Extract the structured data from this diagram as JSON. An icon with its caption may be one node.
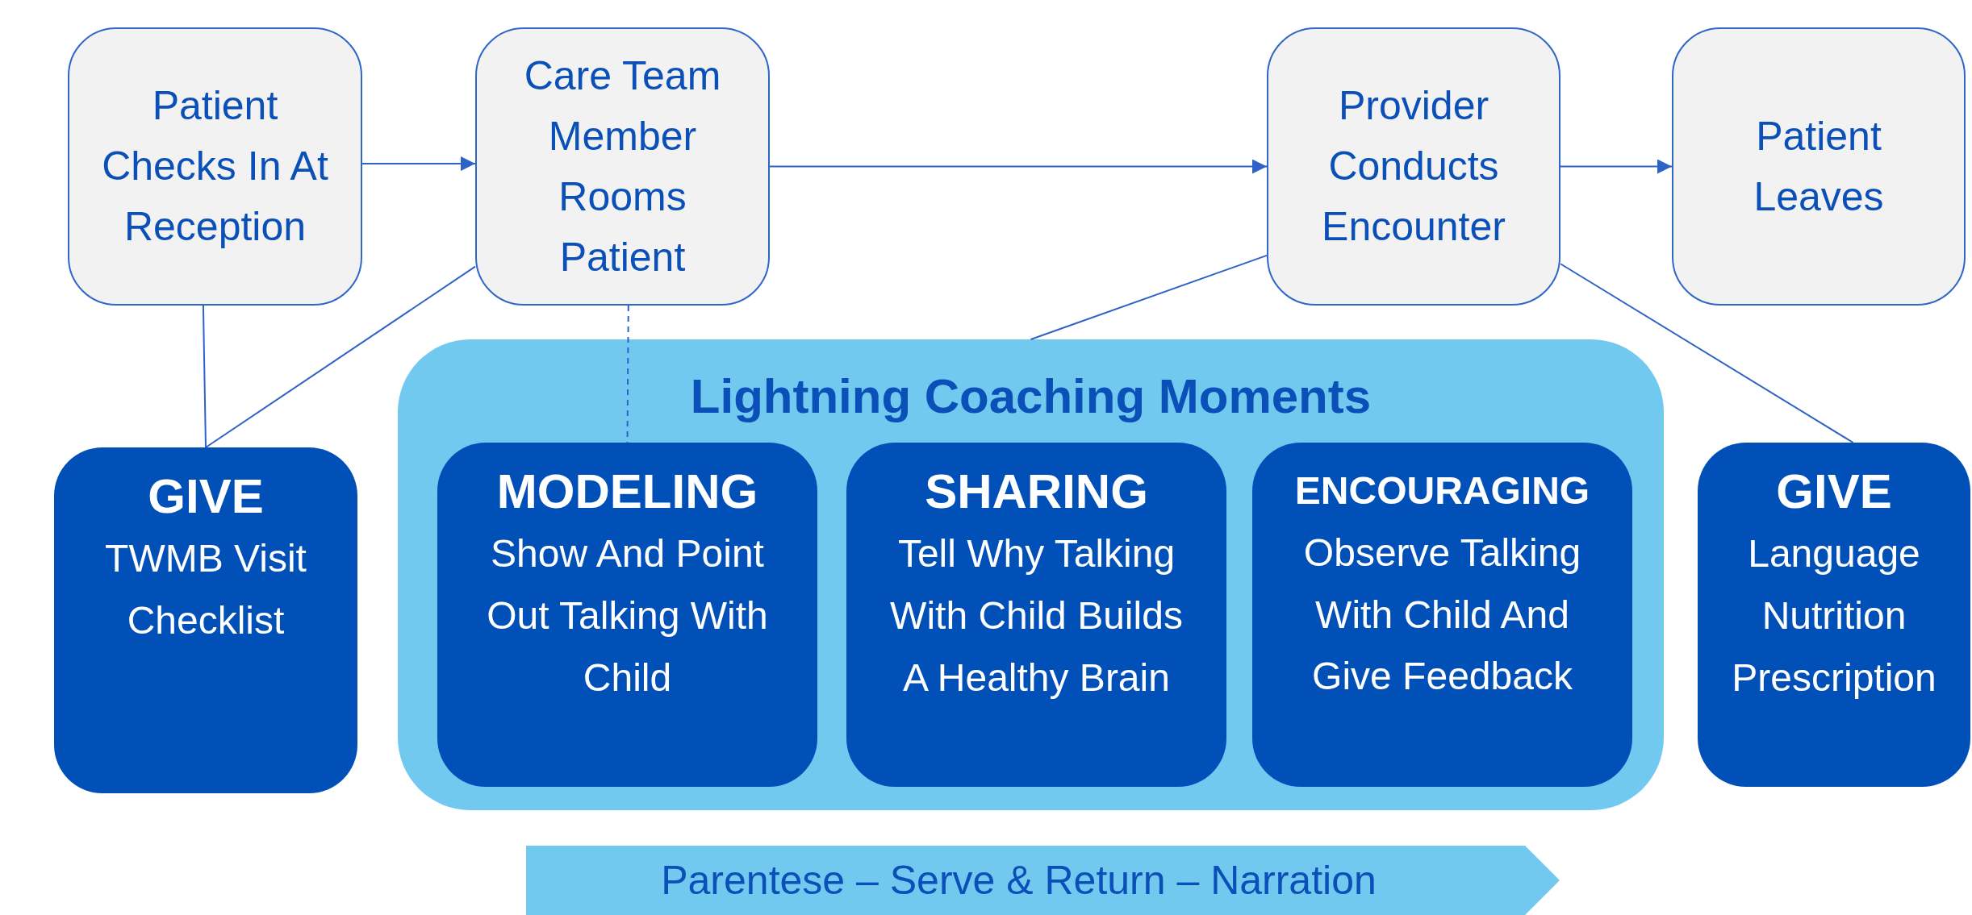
{
  "diagram": {
    "nodes": [
      {
        "text": [
          "Patient Checks In At Reception"
        ]
      },
      {
        "text": [
          "Care Team Member Rooms Patient"
        ]
      },
      {
        "text": [
          "Provider Conducts Encounter"
        ]
      },
      {
        "text": [
          "Patient Leaves"
        ]
      },
      {
        "text": [
          "GIVE",
          "TWMB Visit Checklist"
        ]
      },
      {
        "text": [
          "Lightning Coaching Moments"
        ]
      },
      {
        "text": [
          "MODELING",
          "Show And Point Out Talking With Child"
        ],
        "in": 5
      },
      {
        "text": [
          "SHARING",
          "Tell Why Talking With Child Builds A Healthy Brain"
        ],
        "in": 5
      },
      {
        "text": [
          "ENCOURAGING",
          "Observe Talking With Child And Give Feedback"
        ],
        "in": 5
      },
      {
        "text": [
          "GIVE",
          "Language Nutrition Prescription"
        ]
      },
      {
        "text": [
          "Parentese – Serve & Return – Narration"
        ]
      }
    ],
    "edges": [
      {
        "from": 0,
        "to": 1,
        "arrow": "to"
      },
      {
        "from": 1,
        "to": 2,
        "arrow": "to"
      },
      {
        "from": 2,
        "to": 3,
        "arrow": "to"
      },
      {
        "from": 0,
        "to": 4,
        "arrow": "none"
      },
      {
        "from": 1,
        "to": 4,
        "arrow": "none"
      },
      {
        "from": 1,
        "to": 6,
        "arrow": "none",
        "style": "dashed"
      },
      {
        "from": 2,
        "to": 5,
        "arrow": "none"
      },
      {
        "from": 2,
        "to": 9,
        "arrow": "none"
      }
    ]
  }
}
